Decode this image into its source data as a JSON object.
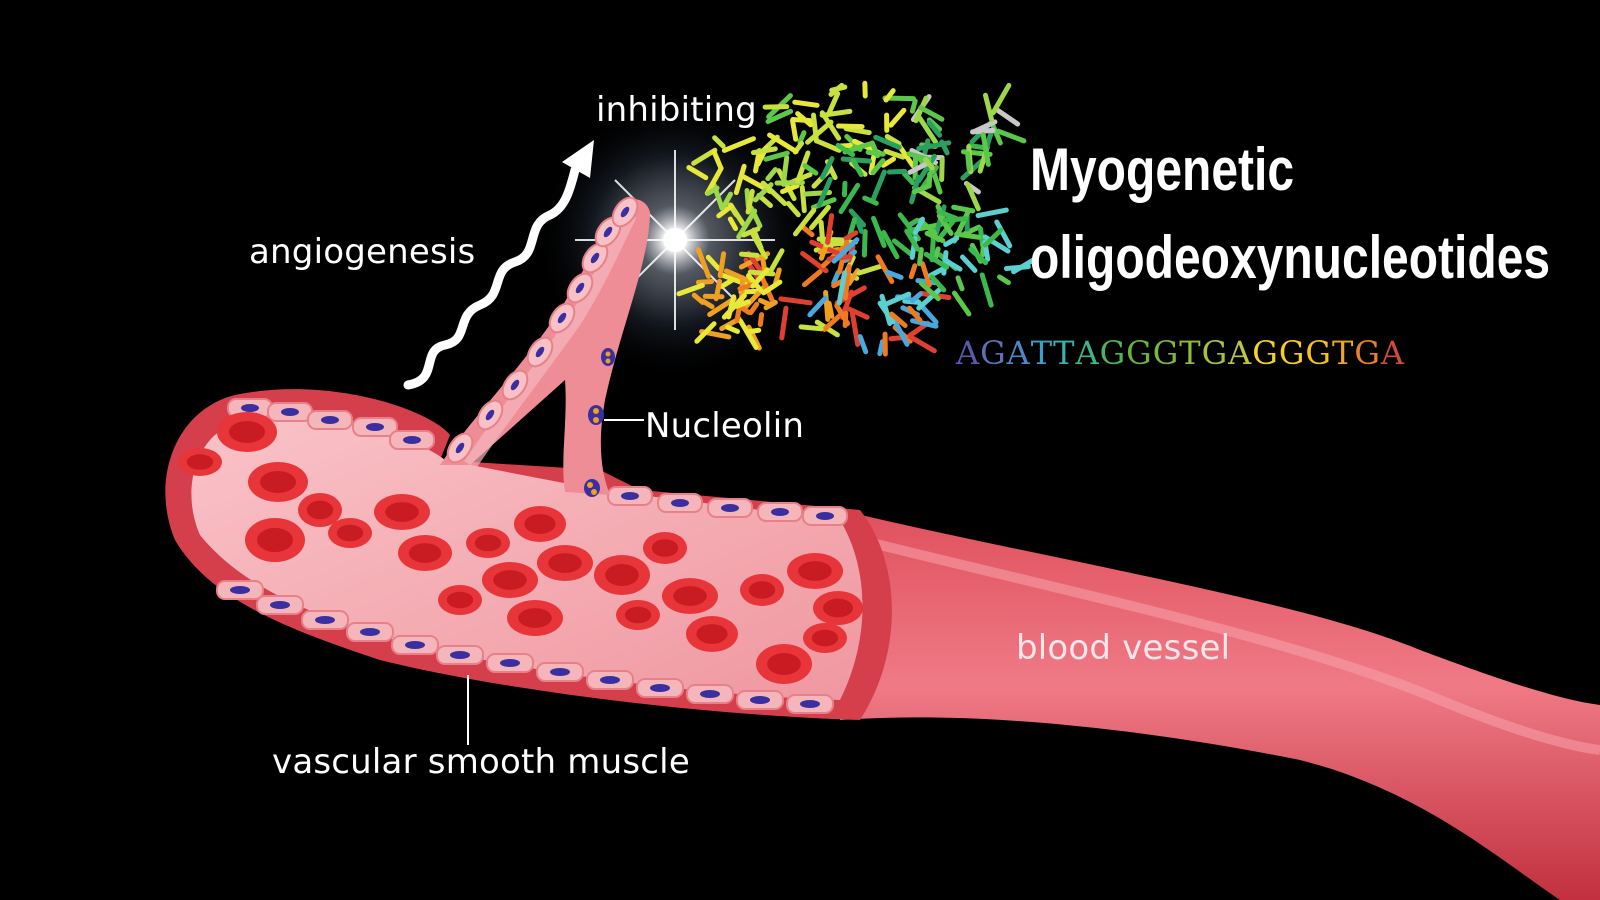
{
  "labels": {
    "inhibiting": "inhibiting",
    "angiogenesis": "angiogenesis",
    "nucleolin": "Nucleolin",
    "vascular_smooth_muscle": "vascular smooth muscle",
    "blood_vessel": "blood vessel"
  },
  "title": {
    "line1": "Myogenetic",
    "line2": "oligodeoxynucleotides"
  },
  "sequence": {
    "text": "AGATTAGGGTGAGGGTGA",
    "letter_colors": [
      "#5a5aa8",
      "#5f6fb6",
      "#4f86c4",
      "#3aa0c8",
      "#3cb0b0",
      "#3cb48c",
      "#4cb45a",
      "#66b43c",
      "#7cb83a",
      "#92bc3a",
      "#a8c23a",
      "#bcc63a",
      "#f2d228",
      "#f5cc20",
      "#f7c21c",
      "#f0a624",
      "#e8802c",
      "#cf4a3a"
    ]
  },
  "colors": {
    "background": "#000000",
    "vessel_outer": "#d9434f",
    "vessel_inner": "#f3a6ad",
    "red_cell": "#e2262b",
    "nucleus": "#3a2fa0",
    "arrow": "#ffffff"
  }
}
